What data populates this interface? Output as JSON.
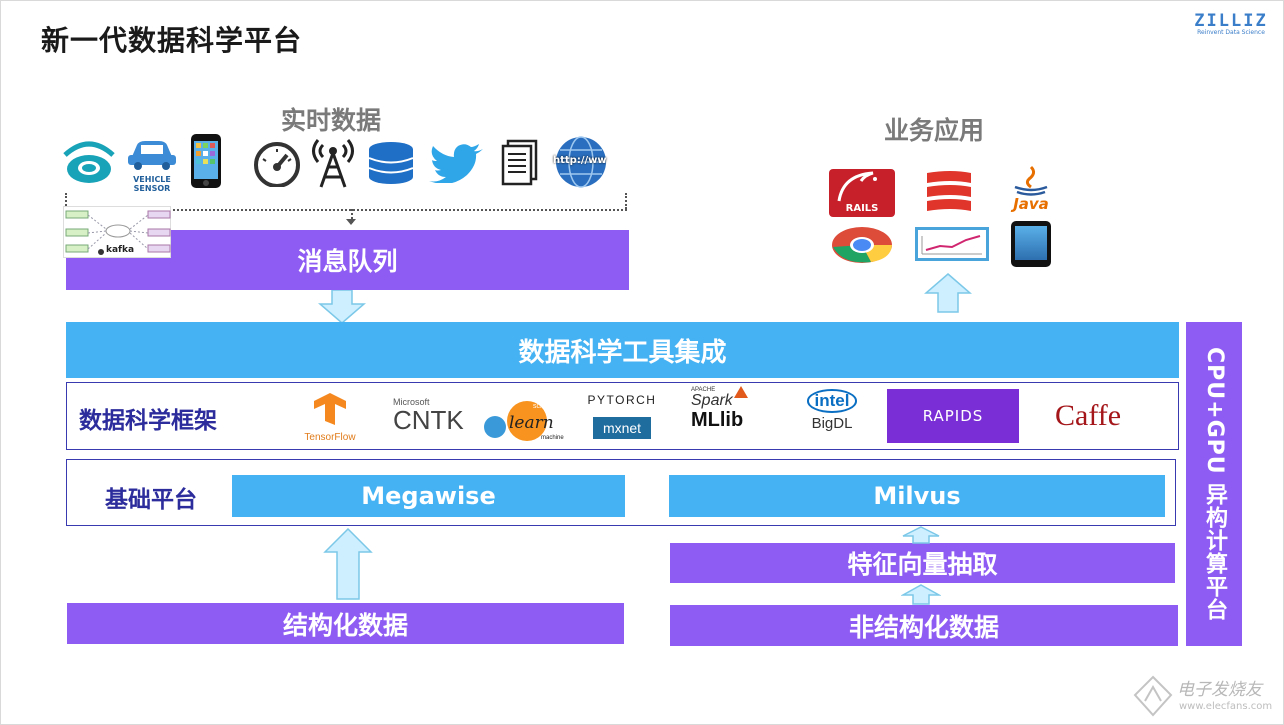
{
  "title": "新一代数据科学平台",
  "brand": {
    "name": "ZILLIZ",
    "tagline": "Reinvent Data Science"
  },
  "realtime": {
    "label": "实时数据",
    "icons": [
      "wifi-sensor-icon",
      "vehicle-sensor-icon",
      "phone-icon",
      "gauge-icon",
      "antenna-icon",
      "database-icon",
      "twitter-icon",
      "documents-icon",
      "www-globe-icon"
    ],
    "vehicle_text_1": "VEHICLE",
    "vehicle_text_2": "SENSOR",
    "www_text": "http://ww",
    "kafka_label": "kafka"
  },
  "business": {
    "label": "业务应用",
    "icons": [
      "rails-icon",
      "scala-icon",
      "java-icon",
      "chrome-icon",
      "chart-app-icon",
      "iphone-icon"
    ],
    "rails_text": "RAILS",
    "java_text": "Java"
  },
  "message_queue": "消息队列",
  "tools_integration": "数据科学工具集成",
  "frameworks": {
    "label": "数据科学框架",
    "tensorflow": "TensorFlow",
    "cntk_small": "Microsoft",
    "cntk": "CNTK",
    "sklearn_small": "scikit",
    "sklearn": "learn",
    "sklearn_sub": "machine",
    "pytorch": "PYTORCH",
    "mxnet": "mxnet",
    "spark_small": "APACHE",
    "spark": "Spark",
    "mllib": "MLlib",
    "intel": "intel",
    "bigdl": "BigDL",
    "rapids": "RAPIDS",
    "caffe": "Caffe"
  },
  "base_platform": {
    "label": "基础平台",
    "megawise": "Megawise",
    "milvus": "Milvus"
  },
  "feature_extraction": "特征向量抽取",
  "structured_data": "结构化数据",
  "unstructured_data": "非结构化数据",
  "heterogeneous": "CPU+GPU 异构计算平台",
  "watermark": "电子发烧友",
  "watermark_url": "www.elecfans.com",
  "colors": {
    "purple": "#8f5cf3",
    "blue": "#45b2f3",
    "navy": "#2c2c9c"
  }
}
